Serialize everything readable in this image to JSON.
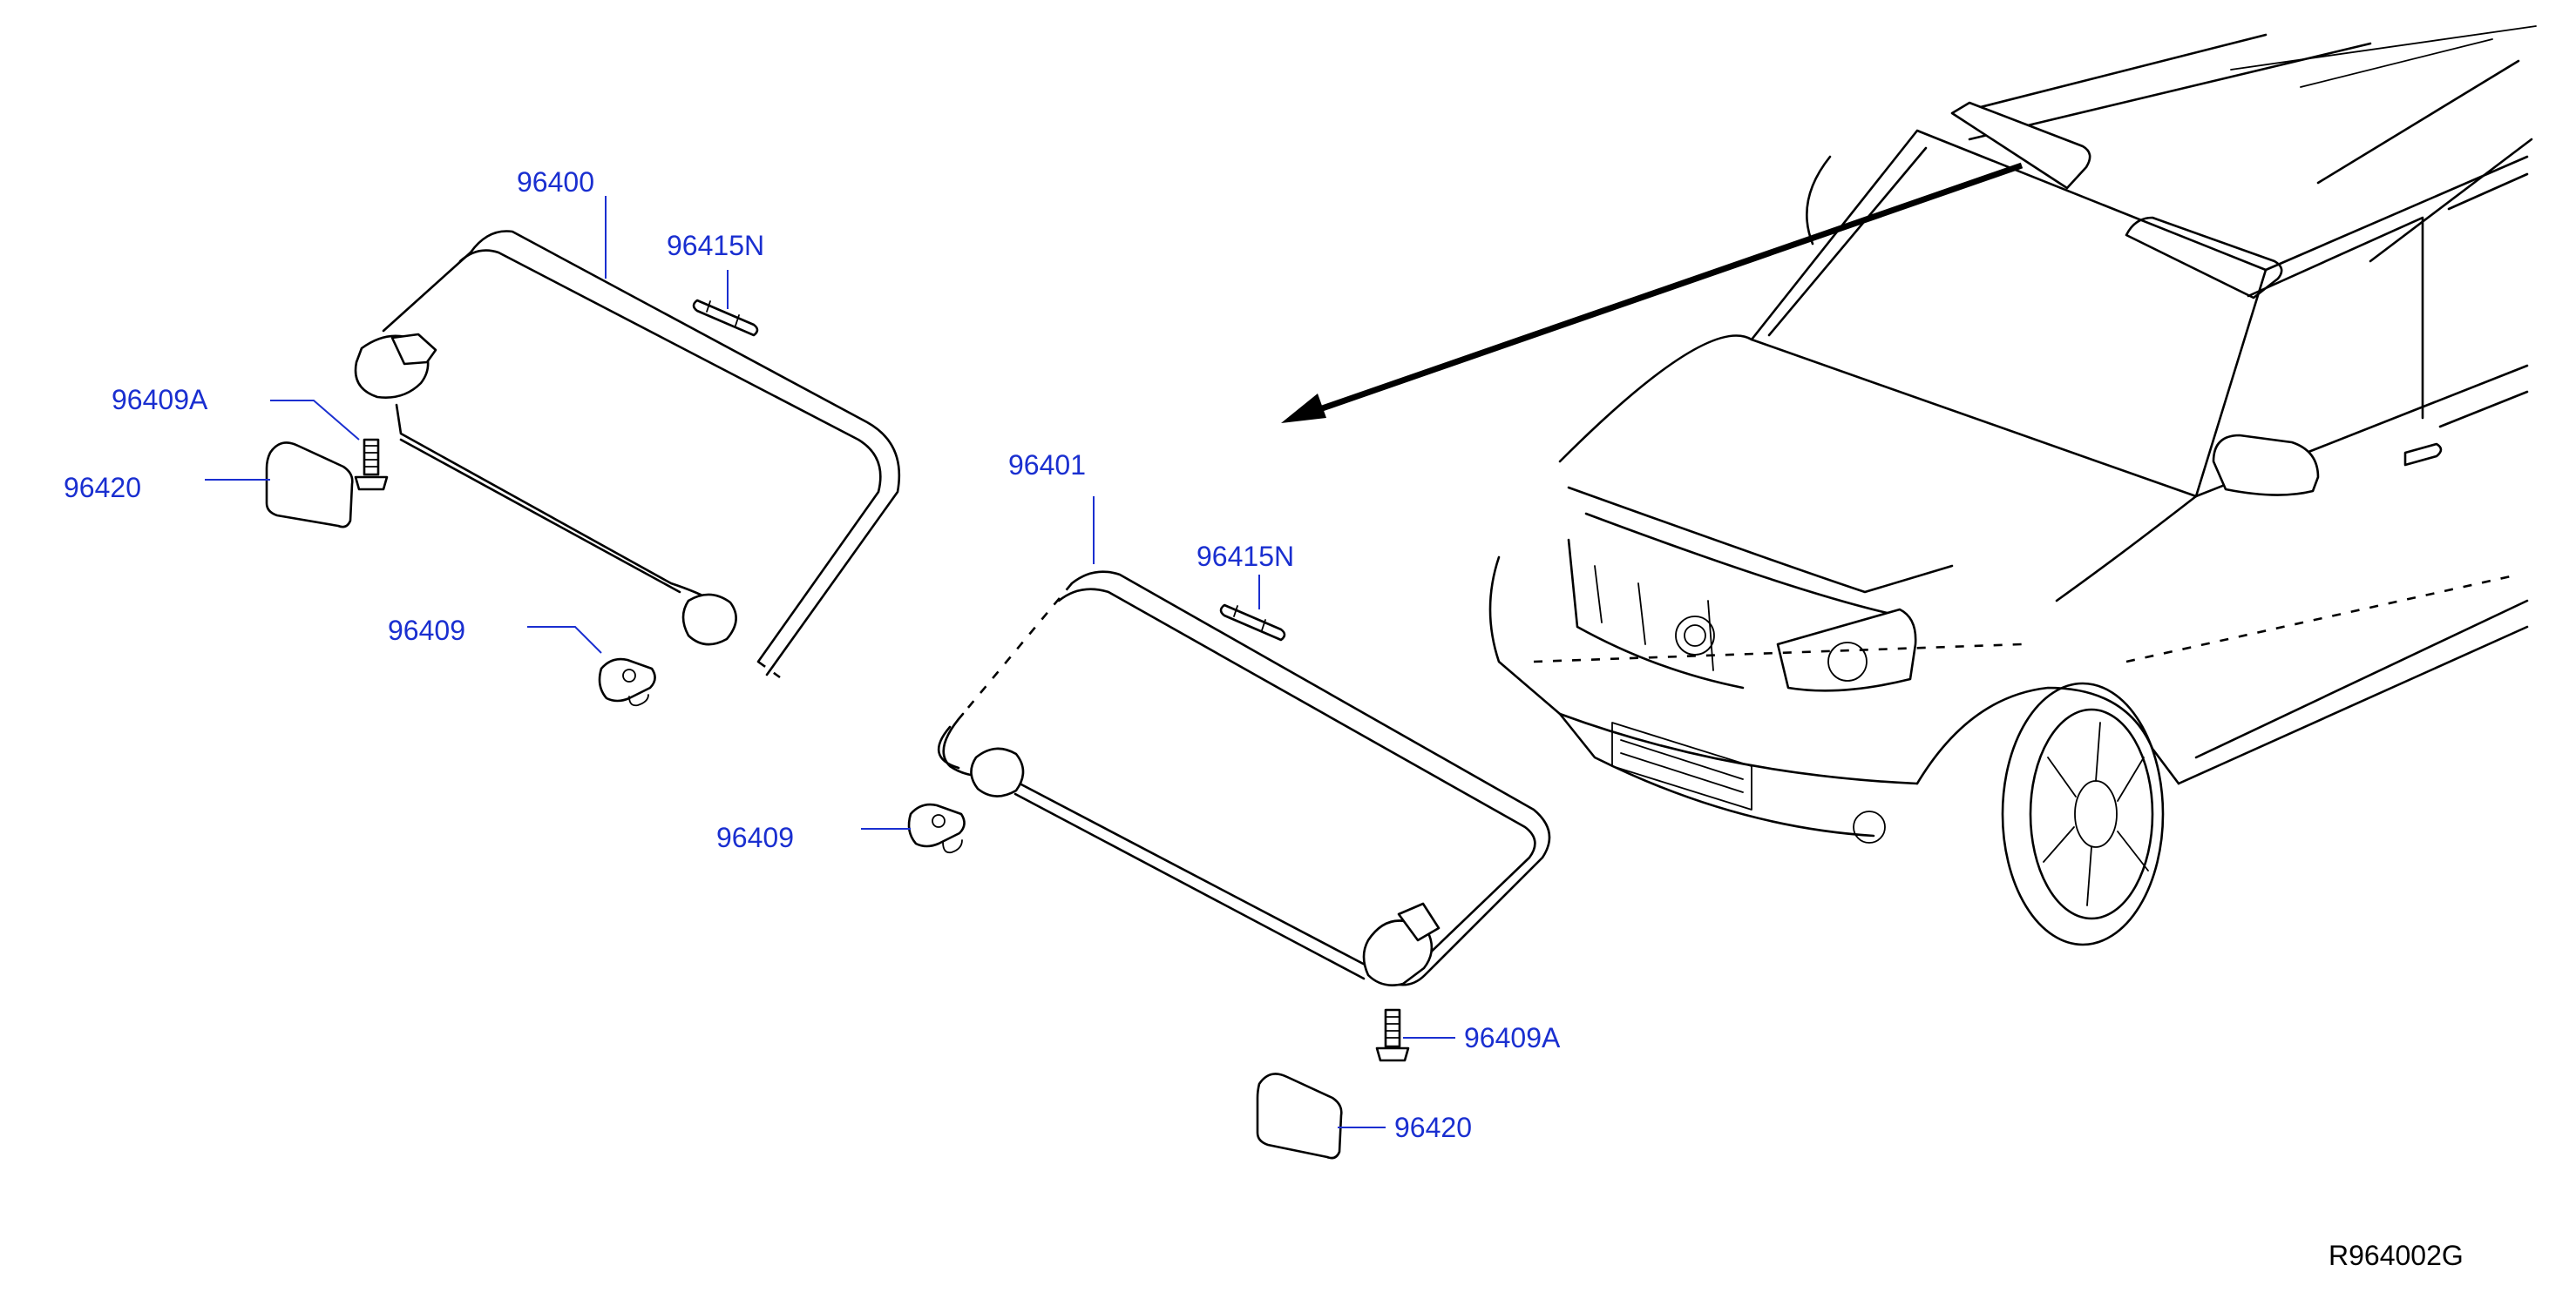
{
  "labels": {
    "visor_left": "96400",
    "fuse_left": "96415N",
    "screw_left": "96409A",
    "cover_left": "96420",
    "clip_left": "96409",
    "visor_right": "96401",
    "fuse_right": "96415N",
    "clip_right": "96409",
    "screw_right": "96409A",
    "cover_right": "96420"
  },
  "reference_code": "R964002G"
}
